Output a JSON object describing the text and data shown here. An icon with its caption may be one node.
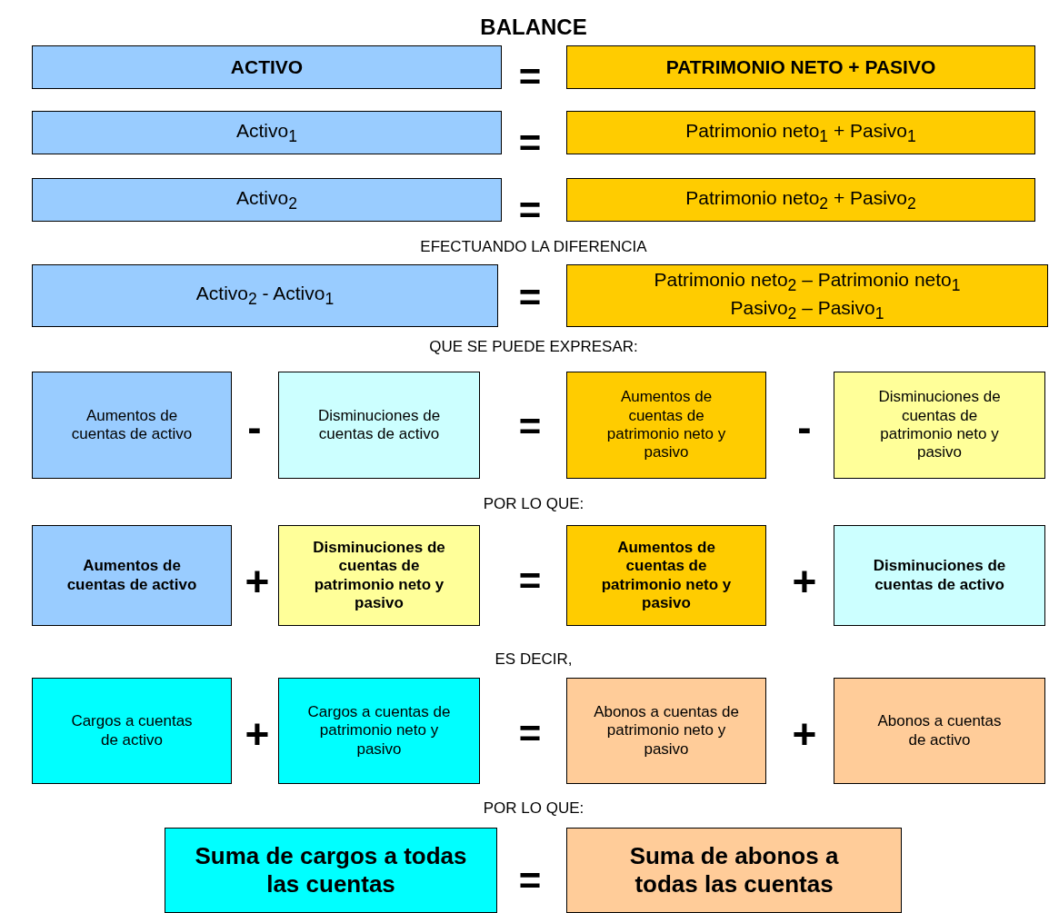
{
  "diagram": {
    "title": "BALANCE",
    "nodes": [
      {
        "text": [
          "ACTIVO"
        ]
      },
      {
        "text": [
          "PATRIMONIO NETO + PASIVO"
        ]
      },
      {
        "text": [
          "Activo$_{1}$"
        ]
      },
      {
        "text": [
          "Patrimonio neto$_{1}$ + Pasivo$_{1}$"
        ]
      },
      {
        "text": [
          "Activo$_{2}$"
        ]
      },
      {
        "text": [
          "Patrimonio neto$_{2}$ + Pasivo$_{2}$"
        ]
      },
      {
        "text": [
          "Activo$_{2}$ - Activo$_{1}$"
        ]
      },
      {
        "text": [
          "Patrimonio neto$_{2}$ – Patrimonio neto$_{1}$",
          "Pasivo$_{2}$ – Pasivo$_{1}$"
        ]
      },
      {
        "text": [
          "Aumentos de cuentas de activo"
        ]
      },
      {
        "text": [
          "Disminuciones de cuentas de activo"
        ]
      },
      {
        "text": [
          "Aumentos de cuentas de patrimonio neto y pasivo"
        ]
      },
      {
        "text": [
          "Disminuciones de cuentas de patrimonio neto y pasivo"
        ]
      },
      {
        "text": [
          "Aumentos de cuentas de activo"
        ]
      },
      {
        "text": [
          "Disminuciones de cuentas de patrimonio neto y pasivo"
        ]
      },
      {
        "text": [
          "Aumentos de cuentas de patrimonio neto y pasivo"
        ]
      },
      {
        "text": [
          "Disminuciones de cuentas de activo"
        ]
      },
      {
        "text": [
          "Cargos a cuentas de activo"
        ]
      },
      {
        "text": [
          "Cargos a cuentas de patrimonio neto y pasivo"
        ]
      },
      {
        "text": [
          "Abonos a cuentas de patrimonio neto y pasivo"
        ]
      },
      {
        "text": [
          "Abonos a cuentas de activo"
        ]
      },
      {
        "text": [
          "Suma de cargos a todas las cuentas"
        ]
      },
      {
        "text": [
          "Suma de abonos a todas las cuentas"
        ]
      }
    ],
    "labels": [
      "=",
      "=",
      "=",
      "EFECTUANDO LA DIFERENCIA",
      "=",
      "QUE SE PUEDE EXPRESAR:",
      "-",
      "=",
      "-",
      "POR LO QUE:",
      "+",
      "=",
      "+",
      "ES DECIR,",
      "+",
      "=",
      "+",
      "POR LO QUE:",
      "="
    ]
  }
}
